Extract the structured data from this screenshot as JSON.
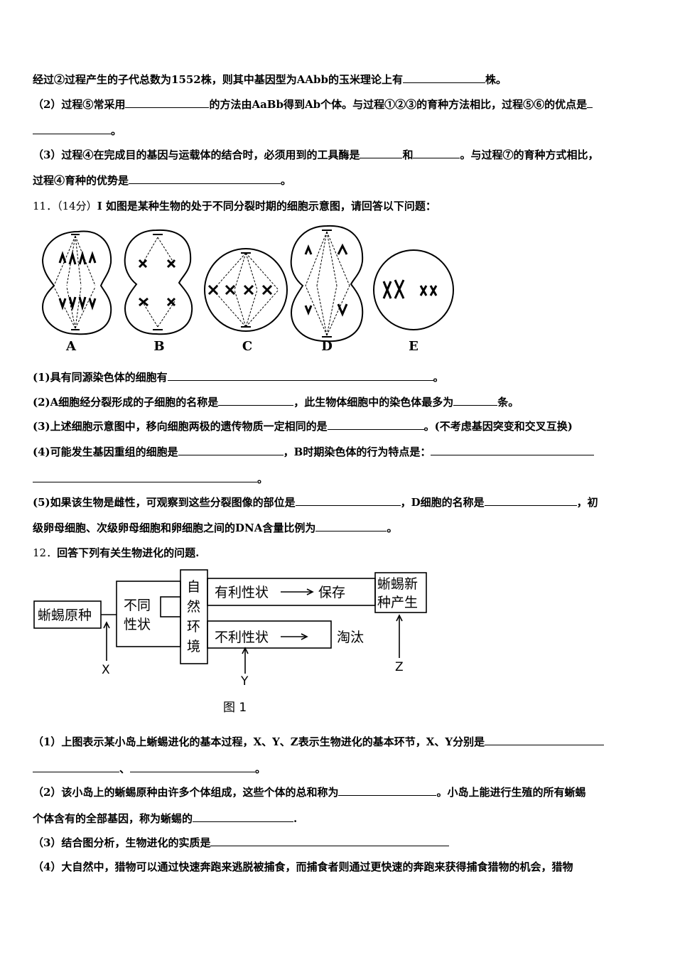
{
  "lines": {
    "l1a": "经过②过程产生的子代总数为1552株，则其中基因型为AAbb的玉米理论上有",
    "l1b": "株。",
    "l2a": "（2）过程⑤常采用",
    "l2b": "的方法由AaBb得到Ab个体。与过程①②③的育种方法相比，过程⑤⑥的优点是",
    "l3b": "。",
    "l4a": "（3）过程④在完成目的基因与运载体的结合时，必须用到的工具酶是",
    "l4b": "和",
    "l4c": "。与过程⑦的育种方式相比，",
    "l5a": "过程④育种的优势是",
    "l5b": "。",
    "l6num": "11．（14分）",
    "l6a": "I 如图是某种生物的处于不同分裂时期的细胞示意图，请回答以下问题：",
    "q1a": "(1)具有同源染色体的细胞有",
    "q1b": "。",
    "q2a": "(2)A细胞经分裂形成的子细胞的名称是",
    "q2b": "，此生物体细胞中的染色体最多为",
    "q2c": "条。",
    "q3a": "(3)上述细胞示意图中，移向细胞两极的遗传物质一定相同的是",
    "q3b": "。(不考虑基因突变和交叉互换)",
    "q4a": "(4)可能发生基因重组的细胞是",
    "q4b": "，B时期染色体的行为特点是：",
    "q4c": "。",
    "q5a": "(5)如果该生物是雌性，可观察到这些分裂图像的部位是",
    "q5b": "，D细胞的名称是",
    "q5c": "，初",
    "q5d": "级卵母细胞、次级卵母细胞和卵细胞之间的DNA含量比例为",
    "q5e": "。",
    "l12num": "12．",
    "l12a": "回答下列有关生物进化的问题.",
    "e1a": "（1）上图表示某小岛上蜥蜴进化的基本过程，X、Y、Z表示生物进化的基本环节，X、Y分别是",
    "e2a": "、",
    "e2b": "。",
    "e3a": "（2）该小岛上的蜥蜴原种由许多个体组成，这些个体的总和称为",
    "e3b": "。小岛上能进行生殖的所有蜥蜴",
    "e4a": "个体含有的全部基因，称为蜥蜴的",
    "e4b": ".",
    "e5a": "（3）结合图分析，生物进化的实质是",
    "e6a": "（4）大自然中，猎物可以通过快速奔跑来逃脱被捕食，而捕食者则通过更快速的奔跑来获得捕食猎物的机会，猎物"
  },
  "cells": {
    "labels": [
      "A",
      "B",
      "C",
      "D",
      "E"
    ]
  },
  "evolution": {
    "origin": "蜥蜴原种",
    "diff1": "不同",
    "diff2": "性状",
    "env1": "自",
    "env2": "然",
    "env3": "环",
    "env4": "境",
    "good": "有利性状",
    "keep": "保存",
    "bad": "不利性状",
    "out": "淘汰",
    "new1": "蜥蜴新",
    "new2": "种产生",
    "x": "X",
    "y": "Y",
    "z": "Z",
    "caption": "图 1"
  }
}
